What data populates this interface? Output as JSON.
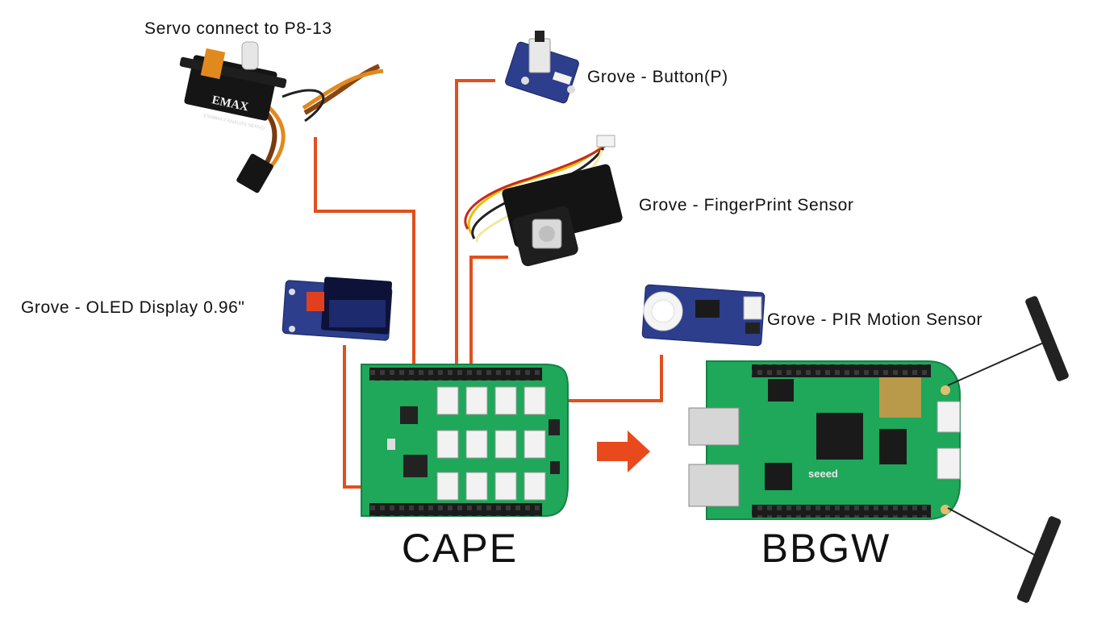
{
  "labels": {
    "servo": "Servo connect to P8-13",
    "button": "Grove - Button(P)",
    "fingerprint": "Grove - FingerPrint Sensor",
    "oled": "Grove - OLED Display 0.96\"",
    "pir": "Grove - PIR Motion Sensor",
    "cape": "CAPE",
    "bbgw": "BBGW"
  },
  "logos": {
    "servo_brand": "EMAX",
    "servo_model": "ES08MA II ANALOG SERVO",
    "bbgw_brand": "seeed"
  },
  "colors": {
    "wire": "#e0501e",
    "arrow": "#e8491d",
    "board_green": "#1fa75a",
    "grove_blue": "#2c3e8c",
    "connector": "#f2f2f2"
  },
  "icons": [
    "servo-motor",
    "grove-button-module",
    "fingerprint-sensor",
    "oled-display-module",
    "pir-motion-sensor",
    "grove-cape-board",
    "beaglebone-green-wireless-board",
    "wifi-antenna",
    "right-arrow"
  ]
}
